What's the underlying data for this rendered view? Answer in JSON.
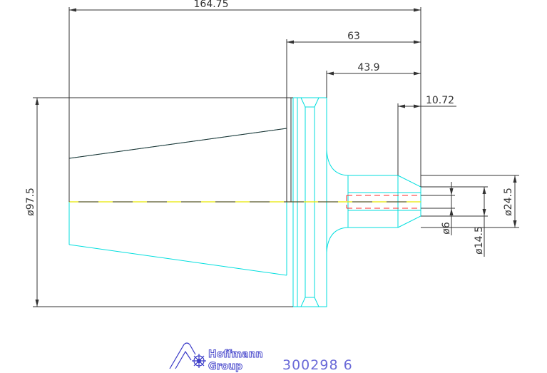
{
  "dimensions": {
    "overall_length": "164.75",
    "length_63": "63",
    "length_43_9": "43.9",
    "length_10_72": "10.72",
    "diameter_97_5": "ø97.5",
    "diameter_24_5": "ø24.5",
    "diameter_14_5": "ø14.5",
    "diameter_6": "ø6"
  },
  "logo": {
    "line1": "Hoffmann",
    "line2": "Group"
  },
  "part_number": "300298 6",
  "colors": {
    "outline": "#00e5e5",
    "dimension": "#333333",
    "centerline": "#e8e800",
    "hidden": "#ff2a2a",
    "logo": "#3b3bc8"
  }
}
